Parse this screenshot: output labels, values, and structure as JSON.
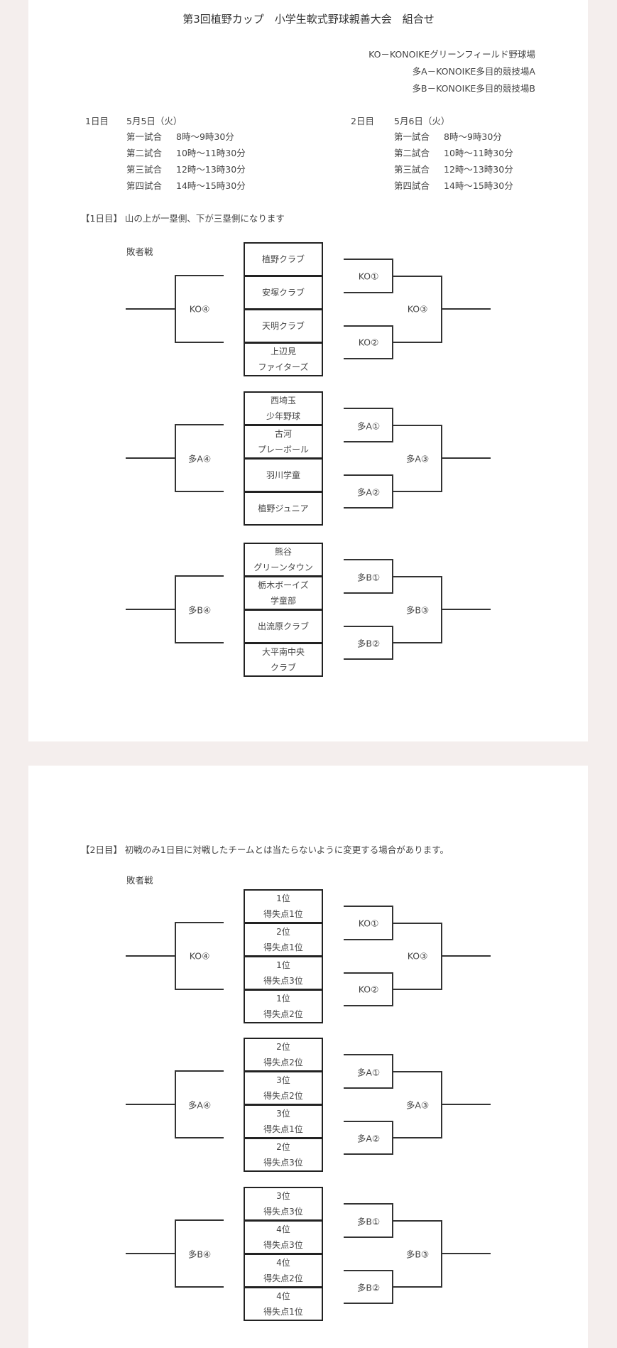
{
  "title": "第3回植野カップ　小学生軟式野球親善大会　組合せ",
  "venues": [
    "KO－KONOIKEグリーンフィールド野球場",
    "多A－KONOIKE多目的競技場A",
    "多B－KONOIKE多目的競技場B"
  ],
  "days": [
    {
      "label": "1日目",
      "date": "5月5日（火）",
      "games": [
        {
          "name": "第一試合",
          "time": "8時～9時30分"
        },
        {
          "name": "第二試合",
          "time": "10時～11時30分"
        },
        {
          "name": "第三試合",
          "time": "12時～13時30分"
        },
        {
          "name": "第四試合",
          "time": "14時～15時30分"
        }
      ]
    },
    {
      "label": "2日目",
      "date": "5月6日（火）",
      "games": [
        {
          "name": "第一試合",
          "time": "8時～9時30分"
        },
        {
          "name": "第二試合",
          "time": "10時～11時30分"
        },
        {
          "name": "第三試合",
          "time": "12時～13時30分"
        },
        {
          "name": "第四試合",
          "time": "14時～15時30分"
        }
      ]
    }
  ],
  "day1": {
    "note": "【1日目】 山の上が一塁側、下が三塁側になります",
    "consolation_label": "敗者戦",
    "groups": [
      {
        "teams": [
          [
            "植野クラブ"
          ],
          [
            "安塚クラブ"
          ],
          [
            "天明クラブ"
          ],
          [
            "上辺見",
            "ファイターズ"
          ]
        ],
        "games": [
          "KO①",
          "KO②",
          "KO③",
          "KO④"
        ]
      },
      {
        "teams": [
          [
            "西埼玉",
            "少年野球"
          ],
          [
            "古河",
            "プレーボール"
          ],
          [
            "羽川学童"
          ],
          [
            "植野ジュニア"
          ]
        ],
        "games": [
          "多A①",
          "多A②",
          "多A③",
          "多A④"
        ]
      },
      {
        "teams": [
          [
            "熊谷",
            "グリーンタウン"
          ],
          [
            "栃木ボーイズ",
            "学童部"
          ],
          [
            "出流原クラブ"
          ],
          [
            "大平南中央",
            "クラブ"
          ]
        ],
        "games": [
          "多B①",
          "多B②",
          "多B③",
          "多B④"
        ]
      }
    ]
  },
  "day2": {
    "note": "【2日目】 初戦のみ1日目に対戦したチームとは当たらないように変更する場合があります。",
    "consolation_label": "敗者戦",
    "groups": [
      {
        "teams": [
          [
            "1位",
            "得失点1位"
          ],
          [
            "2位",
            "得失点1位"
          ],
          [
            "1位",
            "得失点3位"
          ],
          [
            "1位",
            "得失点2位"
          ]
        ],
        "games": [
          "KO①",
          "KO②",
          "KO③",
          "KO④"
        ]
      },
      {
        "teams": [
          [
            "2位",
            "得失点2位"
          ],
          [
            "3位",
            "得失点2位"
          ],
          [
            "3位",
            "得失点1位"
          ],
          [
            "2位",
            "得失点3位"
          ]
        ],
        "games": [
          "多A①",
          "多A②",
          "多A③",
          "多A④"
        ]
      },
      {
        "teams": [
          [
            "3位",
            "得失点3位"
          ],
          [
            "4位",
            "得失点3位"
          ],
          [
            "4位",
            "得失点2位"
          ],
          [
            "4位",
            "得失点1位"
          ]
        ],
        "games": [
          "多B①",
          "多B②",
          "多B③",
          "多B④"
        ]
      }
    ]
  }
}
